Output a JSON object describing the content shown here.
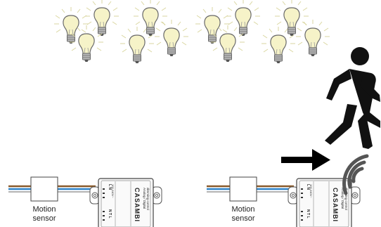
{
  "diagram": {
    "left_panel": {
      "sensor_label_line1": "Motion",
      "sensor_label_line2": "sensor"
    },
    "right_panel": {
      "sensor_label_line1": "Motion",
      "sensor_label_line2": "sensor"
    },
    "device": {
      "brand": "CASAMBI",
      "subtitle_line1": "Analog / Digital",
      "subtitle_line2": "dimming control",
      "terminal_row": "L N",
      "voltage": "100-240V~",
      "ntl": "N T L"
    }
  },
  "colors": {
    "bulb_glass": "#f6f3c8",
    "bulb_outline": "#6a6a6a",
    "bulb_base": "#b9b9b9",
    "glow_rays": "#d9d6a0",
    "wire_brown": "#8a5a2b",
    "wire_blue": "#2f83c9",
    "wire_gray": "#9a9a9a",
    "person": "#111111",
    "arrow": "#000000",
    "signal_arcs": "#555555"
  },
  "icons": [
    "light-bulb-icon",
    "walking-person-icon",
    "arrow-right-icon",
    "wireless-signal-icon"
  ]
}
